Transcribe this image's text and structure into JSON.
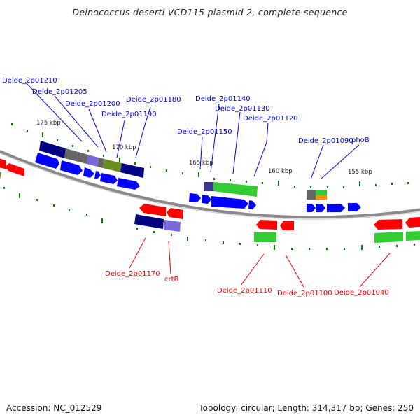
{
  "title": "Deinococcus deserti VCD115 plasmid 2, complete sequence",
  "footer": {
    "accession": "Accession: NC_012529",
    "summary": "Topology: circular; Length: 314,317 bp; Genes: 250"
  },
  "colors": {
    "forward_label": "#0000dd",
    "reverse_label": "#ee0000",
    "forward_cds": "#0000ff",
    "reverse_cds": "#ff0000",
    "cog_navy": "#000080",
    "cog_gray": "#666666",
    "cog_lavender": "#7b68dd",
    "cog_olive": "#6b8e23",
    "cog_green": "#33cc33",
    "cog_orange": "#ff8c00",
    "backbone": "#888888",
    "tick": "#006600"
  },
  "ticks": [
    {
      "label": "175 kbp"
    },
    {
      "label": "170 kbp"
    },
    {
      "label": "165 kbp"
    },
    {
      "label": "160 kbp"
    },
    {
      "label": "155 kbp"
    }
  ],
  "forward_labels": [
    "Deide_2p01210",
    "Deide_2p01205",
    "Deide_2p01200",
    "Deide_2p01190",
    "Deide_2p01180",
    "Deide_2p01150",
    "Deide_2p01140",
    "Deide_2p01130",
    "Deide_2p01120",
    "Deide_2p01090",
    "phoB"
  ],
  "reverse_labels": [
    "Deide_2p01170",
    "crtB",
    "Deide_2p01110",
    "Deide_2p01100",
    "Deide_2p01040"
  ]
}
